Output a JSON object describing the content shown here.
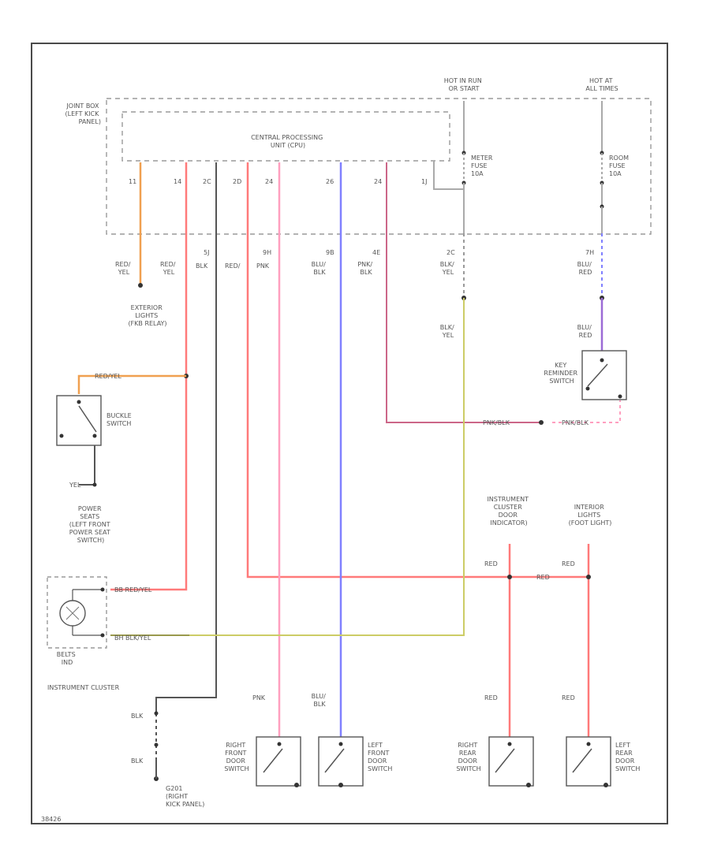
{
  "colors": {
    "red": "#ff7a7a",
    "orange": "#f0a050",
    "pink": "#ff9fbf",
    "blue": "#8080ff",
    "purple": "#9b6bd6",
    "yellow_green": "#cccc66",
    "olive": "#99994d",
    "black": "#555555",
    "gray": "#aaaaaa",
    "dark_red": "#cc6688"
  },
  "labels": {
    "joint_box": [
      "JOINT BOX",
      "(LEFT KICK",
      "PANEL)"
    ],
    "cpu": [
      "CENTRAL PROCESSING",
      "UNIT (CPU)"
    ],
    "hot_run": [
      "HOT IN RUN",
      "OR START"
    ],
    "hot_all": [
      "HOT AT",
      "ALL TIMES"
    ],
    "meter_fuse": [
      "METER",
      "FUSE",
      "10A"
    ],
    "room_fuse": [
      "ROOM",
      "FUSE",
      "10A"
    ],
    "pins": {
      "p1": "11",
      "p2": "14",
      "p3": "2C",
      "p4": "2D",
      "p5": "24",
      "p6": "26",
      "p7": "24",
      "p8": "1J",
      "p9": "5J",
      "p10": "9H",
      "p11": "9B",
      "p12": "4E",
      "p13": "2C",
      "p14": "7H"
    },
    "w_red_yel_1": [
      "RED/",
      "YEL"
    ],
    "w_red_yel_2": [
      "RED/",
      "YEL"
    ],
    "w_blk": "BLK",
    "w_red": "RED/",
    "w_pnk": "PNK",
    "w_blu_blk": [
      "BLU/",
      "BLK"
    ],
    "w_pnk_blk": [
      "PNK/",
      "BLK"
    ],
    "w_blk_yel": [
      "BLK/",
      "YEL"
    ],
    "w_blu_red": [
      "BLU/",
      "RED"
    ],
    "exterior_lights": [
      "EXTERIOR",
      "LIGHTS",
      "(FKB RELAY)"
    ],
    "blk_yel_mid": [
      "BLK/",
      "YEL"
    ],
    "blu_red_mid": [
      "BLU/",
      "RED"
    ],
    "key_reminder": [
      "KEY",
      "REMINDER",
      "SWITCH"
    ],
    "red_yel_buckle": "RED/YEL",
    "buckle_switch": [
      "BUCKLE",
      "SWITCH"
    ],
    "pnk_blk_bottom": "PNK/BLK",
    "pnk_blk_right": "PNK/BLK",
    "yel_lbl": "YEL",
    "power_seats": [
      "POWER",
      "SEATS",
      "(LEFT FRONT",
      "POWER SEAT",
      "SWITCH)"
    ],
    "instr_door": [
      "INSTRUMENT",
      "CLUSTER",
      "DOOR",
      "INDICATOR)"
    ],
    "interior_lights": [
      "INTERIOR",
      "LIGHTS",
      "(FOOT LIGHT)"
    ],
    "red_l": "RED",
    "red_r": "RED",
    "red_mid": "RED",
    "bb_red_yel": "BB RED/YEL",
    "bh_blk_yel": "BH BLK/YEL",
    "belts": [
      "BELTS",
      "IND"
    ],
    "instrument_cluster": "INSTRUMENT CLUSTER",
    "blk_1": "BLK",
    "blk_2": "BLK",
    "g201": [
      "G201",
      "(RIGHT",
      "KICK PANEL)"
    ],
    "pnk_bottom": "PNK",
    "blu_blk_bottom": [
      "BLU/",
      "BLK"
    ],
    "red_bottom_1": "RED",
    "red_bottom_2": "RED",
    "rf_door": [
      "RIGHT",
      "FRONT",
      "DOOR",
      "SWITCH"
    ],
    "lf_door": [
      "LEFT",
      "FRONT",
      "DOOR",
      "SWITCH"
    ],
    "rr_door": [
      "RIGHT",
      "REAR",
      "DOOR",
      "SWITCH"
    ],
    "lr_door": [
      "LEFT",
      "REAR",
      "DOOR",
      "SWITCH"
    ],
    "footer_code": "38426"
  }
}
